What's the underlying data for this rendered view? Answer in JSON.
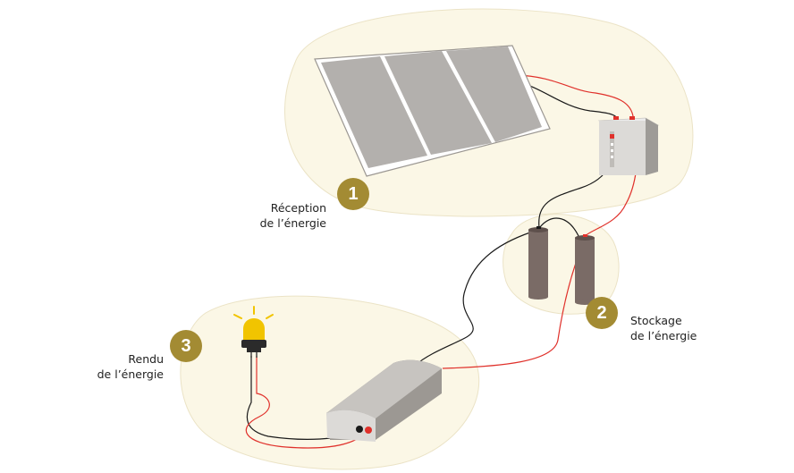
{
  "colors": {
    "blob": "#fbf7e6",
    "badge": "#a38b33",
    "panel": "#b3b0ad",
    "wire_red": "#e0312b",
    "wire_black": "#1a1a1a",
    "battery": "#7a6b66",
    "bulb": "#f1c400"
  },
  "icons": {
    "solar_panel": "solar-panel-icon",
    "charge_controller": "charge-controller-icon",
    "battery": "battery-icon",
    "inverter": "inverter-icon",
    "bulb": "light-bulb-icon"
  },
  "steps": [
    {
      "number": "1",
      "line1": "Réception",
      "line2": "de l’énergie"
    },
    {
      "number": "2",
      "line1": "Stockage",
      "line2": "de l’énergie"
    },
    {
      "number": "3",
      "line1": "Rendu",
      "line2": "de l’énergie"
    }
  ]
}
